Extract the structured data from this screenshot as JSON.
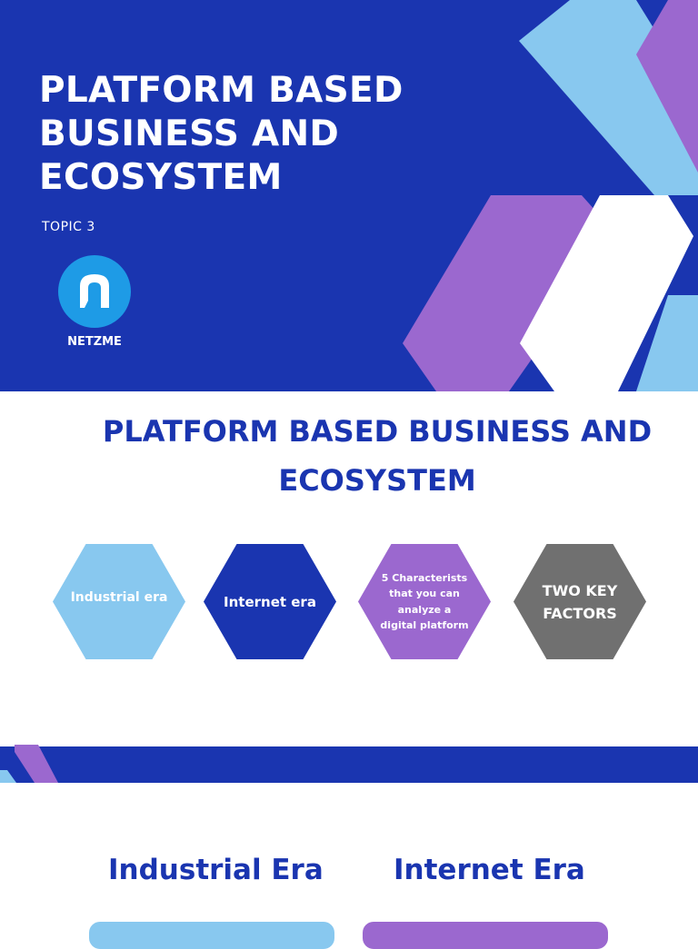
{
  "cover": {
    "title_lines": [
      "PLATFORM BASED",
      "BUSINESS AND",
      "ECOSYSTEM"
    ],
    "topic": "TOPIC 3",
    "logo_text": "NETZME",
    "colors": {
      "background": "#1a35b0",
      "light_blue": "#88c8ef",
      "purple": "#9b68cf",
      "white": "#ffffff",
      "logo_blue": "#1e9be6"
    }
  },
  "overview": {
    "title_lines": [
      "PLATFORM BASED BUSINESS AND",
      "ECOSYSTEM"
    ],
    "hexagons": [
      {
        "lines": [
          "Industrial era"
        ],
        "color": "#88c8ef"
      },
      {
        "lines": [
          "Internet era"
        ],
        "color": "#1a35b0"
      },
      {
        "lines": [
          "5 Characterists",
          "that you can",
          "analyze a",
          "digital platform"
        ],
        "color": "#9b68cf"
      },
      {
        "lines": [
          "TWO KEY",
          "FACTORS"
        ],
        "color": "#707070"
      }
    ]
  },
  "eras": {
    "industrial_label": "Industrial Era",
    "internet_label": "Internet Era"
  }
}
